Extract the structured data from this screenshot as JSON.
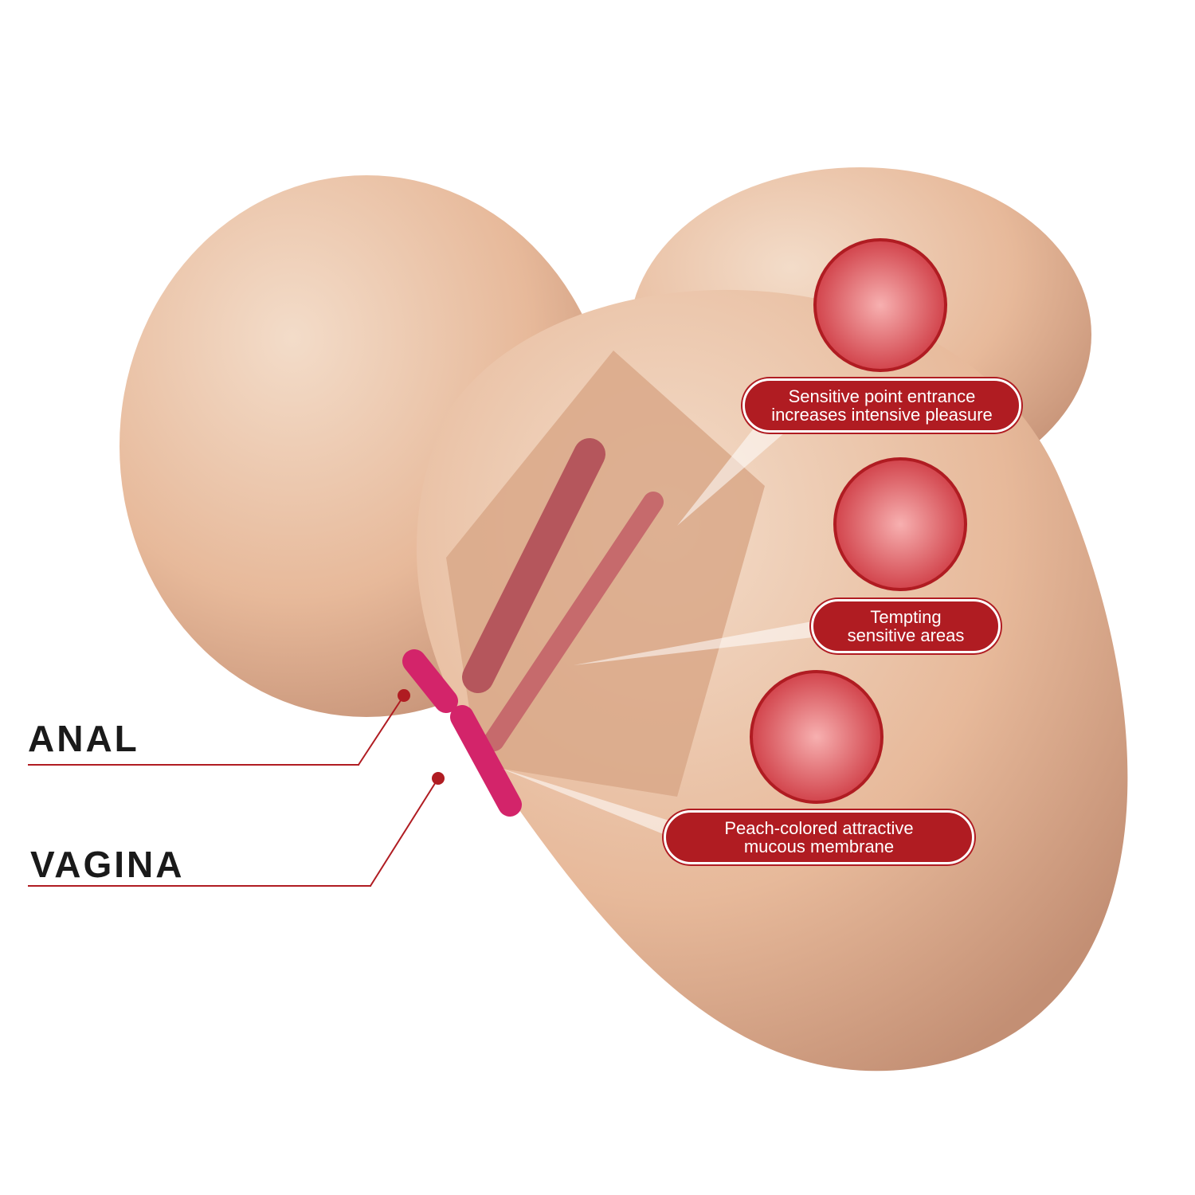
{
  "labels": {
    "anal": "ANAL",
    "vagina": "VAGINA"
  },
  "callouts": [
    {
      "line1": "Sensitive point entrance",
      "line2": "increases intensive pleasure"
    },
    {
      "line1": "Tempting",
      "line2": "sensitive areas"
    },
    {
      "line1": "Peach-colored attractive",
      "line2": "mucous membrane"
    }
  ],
  "colors": {
    "accent": "#b01c22",
    "body": "#e8c0a2",
    "text": "#1a1a1a"
  }
}
